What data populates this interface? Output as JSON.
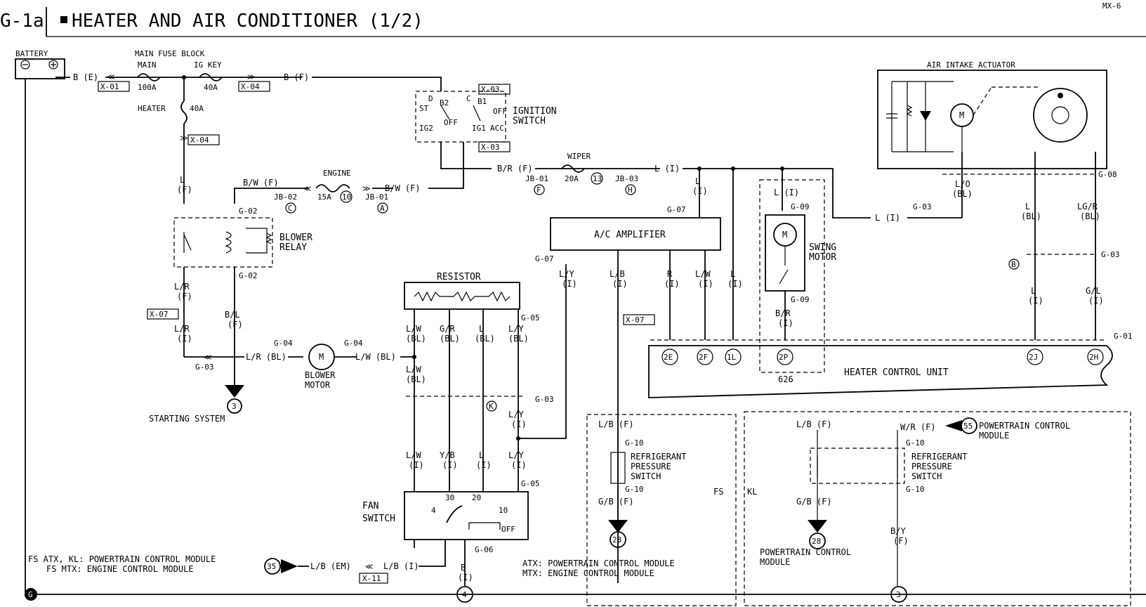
{
  "header": {
    "section": "G-1a",
    "title": "HEATER AND AIR CONDITIONER (1/2)",
    "model": "MX-6"
  },
  "components": {
    "battery": "BATTERY",
    "main_fuse_block": "MAIN FUSE BLOCK",
    "fuse_main": "MAIN",
    "fuse_main_rating": "100A",
    "fuse_igkey": "IG KEY",
    "fuse_igkey_rating": "40A",
    "fuse_heater": "HEATER",
    "fuse_heater_rating": "40A",
    "ignition_switch": [
      "IGNITION",
      "SWITCH"
    ],
    "ign_labels": [
      "ST",
      "IG2",
      "B2",
      "OFF",
      "B1",
      "OFF",
      "IG1",
      "ACC",
      "D",
      "C"
    ],
    "engine_fuse": "ENGINE",
    "engine_fuse_rating": "15A",
    "engine_fuse_no": "10",
    "wiper_fuse": "WIPER",
    "wiper_fuse_rating": "20A",
    "wiper_fuse_no": "13",
    "blower_relay": [
      "BLOWER",
      "RELAY"
    ],
    "blower_motor": [
      "BLOWER",
      "MOTOR"
    ],
    "resistor": "RESISTOR",
    "fan_switch": [
      "FAN",
      "SWITCH"
    ],
    "fan_positions": [
      "4",
      "30",
      "20",
      "10",
      "OFF"
    ],
    "ac_amplifier": "A/C AMPLIFIER",
    "swing_motor": [
      "SWING",
      "MOTOR"
    ],
    "air_intake_actuator": "AIR INTAKE ACTUATOR",
    "heater_control_unit": "HEATER CONTROL UNIT",
    "hcu_terminals": [
      "2E",
      "2F",
      "1L",
      "2P",
      "2J",
      "2H"
    ],
    "note_626": "626",
    "starting_system": "STARTING SYSTEM",
    "starting_ref": "3",
    "ref_pcm_left": [
      "FS ATX, KL: POWERTRAIN CONTROL MODULE",
      "FS MTX: ENGINE CONTROL MODULE"
    ],
    "ref_35": "35",
    "ref_4": "4",
    "ref_3": "3",
    "ref_28": "28",
    "ref_55": "55",
    "pcm_right": [
      "POWERTRAIN CONTROL",
      "MODULE"
    ],
    "pcm_top": [
      "POWERTRAIN CONTROL",
      "MODULE"
    ],
    "atx_note": [
      "ATX: POWERTRAIN CONTROL MODULE",
      "MTX: ENGINE CONTROL MODULE"
    ],
    "refrigerant_switch": [
      "REFRIGERANT",
      "PRESSURE",
      "SWITCH"
    ],
    "fs": "FS",
    "kl": "KL",
    "ground": "G"
  },
  "connectors": {
    "x01": "X-01",
    "x04a": "X-04",
    "x03a": "X-03",
    "x03b": "X-03",
    "x04b": "X-04",
    "x07a": "X-07",
    "x07b": "X-07",
    "x11": "X-11",
    "g02a": "G-02",
    "g02b": "G-02",
    "g03a": "G-03",
    "g03b": "G-03",
    "g03c": "G-03",
    "g03d": "G-03",
    "g04a": "G-04",
    "g04b": "G-04",
    "g05a": "G-05",
    "g05b": "G-05",
    "g06": "G-06",
    "g07a": "G-07",
    "g07b": "G-07",
    "g08": "G-08",
    "g09a": "G-09",
    "g09b": "G-09",
    "g01": "G-01",
    "g10a": "G-10",
    "g10b": "G-10",
    "g10c": "G-10",
    "g10d": "G-10",
    "jb01a": "JB-01",
    "jb02": "JB-02",
    "jb01b": "JB-01",
    "jb03": "JB-03",
    "ca": "C",
    "cb": "A",
    "cf": "F",
    "ch": "H",
    "ck": "K",
    "cbb": "B"
  },
  "wires": {
    "b_e": "B (E)",
    "b_f": "B (F)",
    "l_f": "L",
    "l_f2": "(F)",
    "bw_f1": "B/W (F)",
    "bw_f2": "B/W (F)",
    "br_f": "B/R (F)",
    "l_i_top": "L (I)",
    "lr_f": "L/R",
    "lr_f2": "(F)",
    "lr_i": "L/R",
    "lr_i2": "(I)",
    "bl_f": "B/L",
    "bl_f2": "(F)",
    "lr_bl": "L/R (BL)",
    "lw_bl": "L/W (BL)",
    "ly_i": "L/Y",
    "ly_i2": "(I)",
    "lb_i": "L/B",
    "lb_i2": "(I)",
    "r_i": "R",
    "r_i2": "(I)",
    "lw_i": "L/W",
    "lw_i2": "(I)",
    "l_i": "L",
    "l_i2": "(I)",
    "l_i_amp": "L",
    "l_i_amp2": "(I)",
    "res_lw": "L/W",
    "res_lw2": "(BL)",
    "res_gr": "G/R",
    "res_gr2": "(BL)",
    "res_l": "L",
    "res_l2": "(BL)",
    "res_ly": "L/Y",
    "res_ly2": "(BL)",
    "lw_bl2": "L/W",
    "lw_bl3": "(BL)",
    "ly_i3": "L/Y",
    "ly_i4": "(I)",
    "fs_lw": "L/W",
    "fs_lw2": "(I)",
    "fs_yb": "Y/B",
    "fs_yb2": "(I)",
    "fs_l": "L",
    "fs_l2": "(I)",
    "fs_ly": "L/Y",
    "fs_ly2": "(I)",
    "b_i": "B",
    "b_i2": "(I)",
    "lb_em": "L/B (EM)",
    "lb_i3": "L/B (I)",
    "swing_l": "L (I)",
    "swing_br": "B/R",
    "swing_br2": "(I)",
    "l_i_right": "L (I)",
    "lo_bl": "L/O",
    "lo_bl2": "(BL)",
    "l_bl": "L",
    "l_bl2": "(BL)",
    "lgr_bl": "LG/R",
    "lgr_bl2": "(BL)",
    "l_i_r": "L",
    "l_i_r2": "(I)",
    "gl_i": "G/L",
    "gl_i2": "(I)",
    "lb_f1": "L/B (F)",
    "gb_f1": "G/B (F)",
    "lb_f2": "L/B (F)",
    "wr_f": "W/R (F)",
    "gb_f2": "G/B (F)",
    "by_f": "B/Y",
    "by_f2": "(F)"
  }
}
